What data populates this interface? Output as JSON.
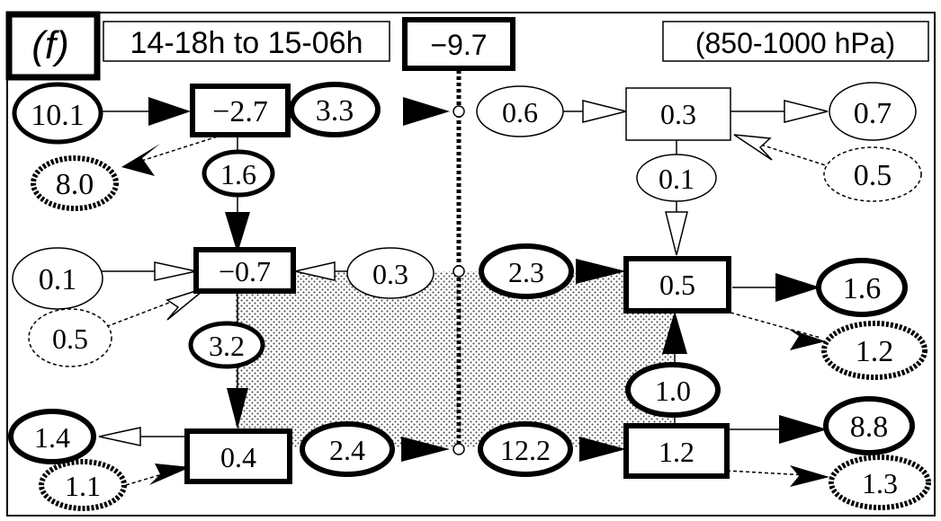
{
  "header": {
    "panel_label": "(f)",
    "time_range": "14-18h to 15-06h",
    "pressure_layer": "(850-1000 hPa)"
  },
  "top_center_value": "−9.7",
  "upper_row": {
    "left_in": "10.1",
    "left_box": "−2.7",
    "left_out_dotted": "8.0",
    "mid_flux": "3.3",
    "right_in": "0.6",
    "right_box": "0.3",
    "right_out": "0.7",
    "right_in_dotted": "0.5"
  },
  "upper_vertical": {
    "left": "1.6",
    "right": "0.1"
  },
  "middle_row": {
    "left_in": "0.1",
    "left_in_dotted": "0.5",
    "left_box": "−0.7",
    "center_flux": "0.3",
    "right_flux": "2.3",
    "right_box": "0.5",
    "right_out": "1.6",
    "right_out_dotted": "1.2"
  },
  "lower_vertical": {
    "left": "3.2",
    "right": "1.0"
  },
  "lower_row": {
    "left_out": "1.4",
    "left_in_dotted": "1.1",
    "left_box": "0.4",
    "center_left_flux": "2.4",
    "center_right_flux": "12.2",
    "right_box": "1.2",
    "right_out": "8.8",
    "right_out_dotted": "1.3"
  }
}
